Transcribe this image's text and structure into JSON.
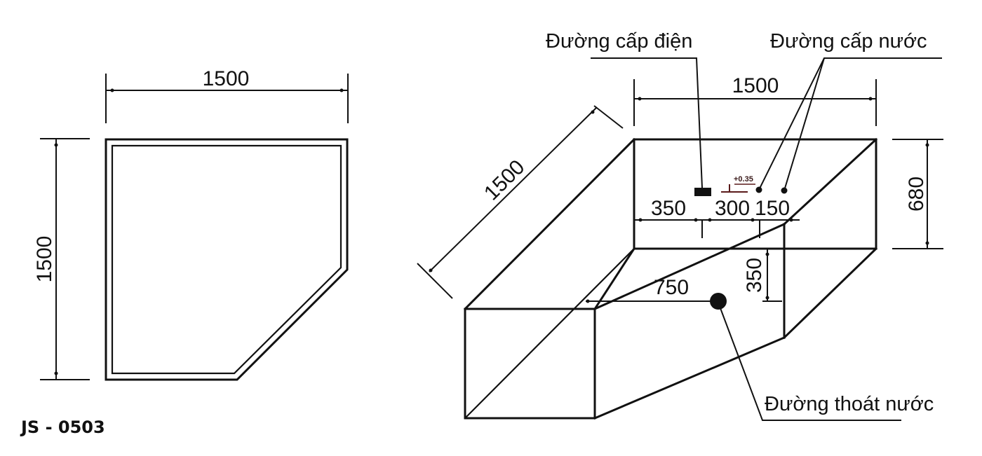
{
  "drawing": {
    "model_code": "JS - 0503",
    "plan_view": {
      "width_dim": "1500",
      "depth_dim": "1500"
    },
    "iso_view": {
      "width_dim": "1500",
      "depth_dim": "1500",
      "height_dim": "680",
      "offset_dims": [
        "350",
        "300",
        "150"
      ],
      "drain_horizontal_dim": "750",
      "drain_vertical_dim": "350",
      "level_mark": "+0.35"
    },
    "labels": {
      "power_supply": "Đường cấp điện",
      "water_supply": "Đường cấp nước",
      "drain": "Đường thoát nước"
    },
    "colors": {
      "line": "#111111",
      "background": "#ffffff",
      "level_mark": "#5a1a1a"
    }
  }
}
